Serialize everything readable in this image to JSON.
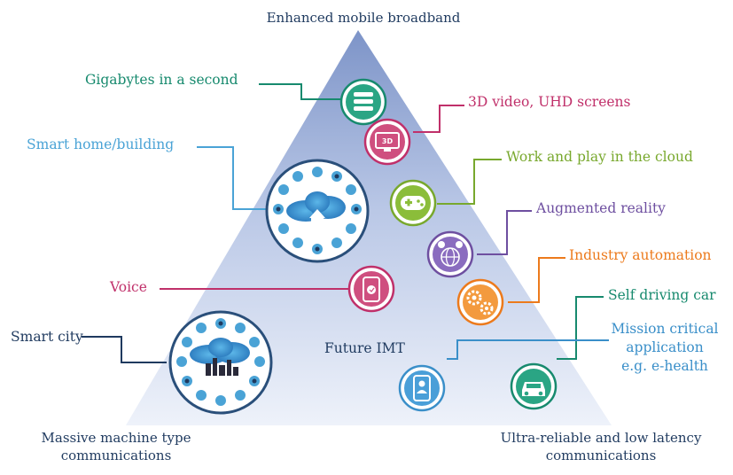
{
  "corners": {
    "top": "Enhanced mobile broadband",
    "bottom_left": [
      "Massive machine type",
      "communications"
    ],
    "bottom_right": [
      "Ultra-reliable and low latency",
      "communications"
    ]
  },
  "center_label": "Future IMT",
  "features": {
    "gigabytes": {
      "text": "Gigabytes in a second",
      "color": "#178a6e",
      "icon": "database-icon"
    },
    "smart_home": {
      "text": "Smart home/building",
      "color": "#4aa3d6",
      "icon": "smart-home-cluster-icon"
    },
    "video_3d": {
      "text": "3D video, UHD screens",
      "color": "#c0306a",
      "icon": "3d-screen-icon"
    },
    "cloud_play": {
      "text": "Work and play in the cloud",
      "color": "#78a82d",
      "icon": "gamepad-icon"
    },
    "augmented": {
      "text": "Augmented reality",
      "color": "#6e4fa0",
      "icon": "ar-globe-icon"
    },
    "industry": {
      "text": "Industry automation",
      "color": "#ec7a1c",
      "icon": "gears-icon"
    },
    "voice": {
      "text": "Voice",
      "color": "#c0306a",
      "icon": "phone-icon"
    },
    "self_driving": {
      "text": "Self driving car",
      "color": "#178a6e",
      "icon": "car-icon"
    },
    "smart_city": {
      "text": "Smart city",
      "color": "#1f3a5f",
      "icon": "smart-city-cluster-icon"
    },
    "mission_critical": {
      "text": [
        "Mission critical",
        "application",
        "e.g. e-health"
      ],
      "color": "#3a8fc9",
      "icon": "health-phone-icon"
    }
  }
}
